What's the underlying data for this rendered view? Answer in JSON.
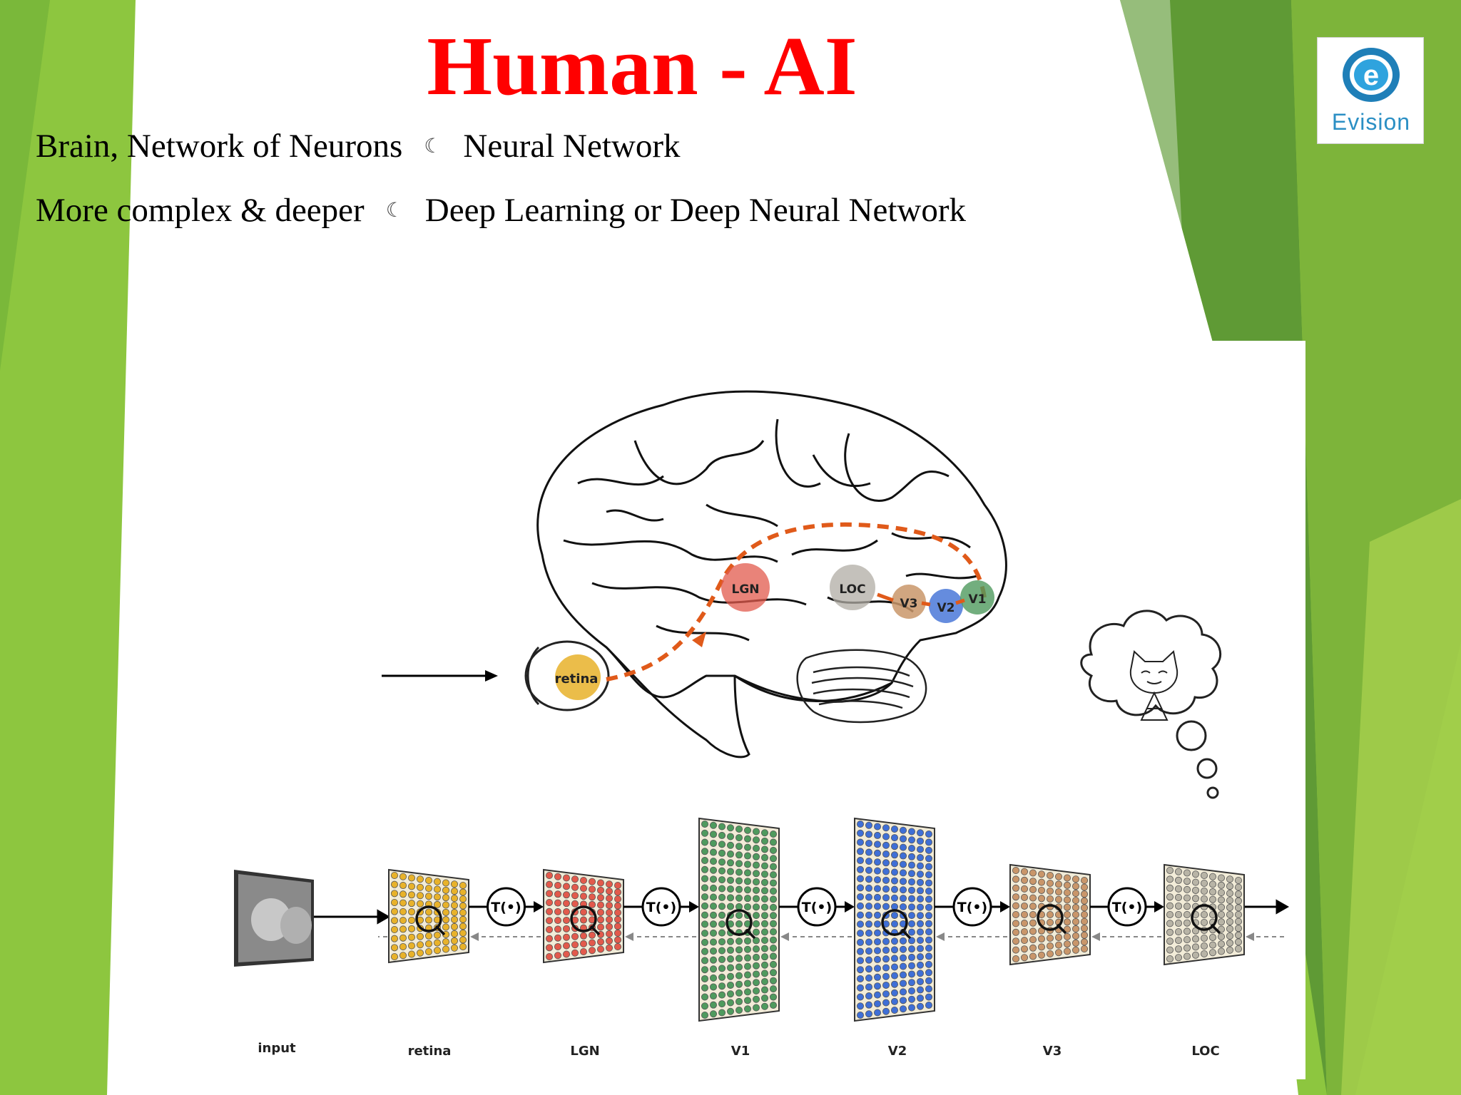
{
  "slide": {
    "title": "Human - AI",
    "bullets": [
      {
        "left": "Brain, Network of Neurons",
        "arrow": "☾",
        "right": "Neural Network"
      },
      {
        "left": "More complex & deeper",
        "arrow": "☾",
        "right": "Deep Learning or Deep Neural Network"
      }
    ],
    "logo_text": "Evision"
  },
  "figure": {
    "brain_regions": [
      "LGN",
      "LOC",
      "V3",
      "V2",
      "V1"
    ],
    "eye_label": "retina",
    "transform_label": "T(•)",
    "stage_labels": [
      "input",
      "retina",
      "LGN",
      "V1",
      "V2",
      "V3",
      "LOC"
    ]
  },
  "colors": {
    "title": "#ff0000",
    "green_light": "#8dc63f",
    "green_dark": "#5a8f2e",
    "retina": "#e8b22a",
    "lgn": "#e25a4c",
    "v1": "#4f9a5e",
    "v2": "#3f6fd6",
    "v3": "#c9966a",
    "loc": "#b8b4a6",
    "pathway": "#e05a1a"
  }
}
